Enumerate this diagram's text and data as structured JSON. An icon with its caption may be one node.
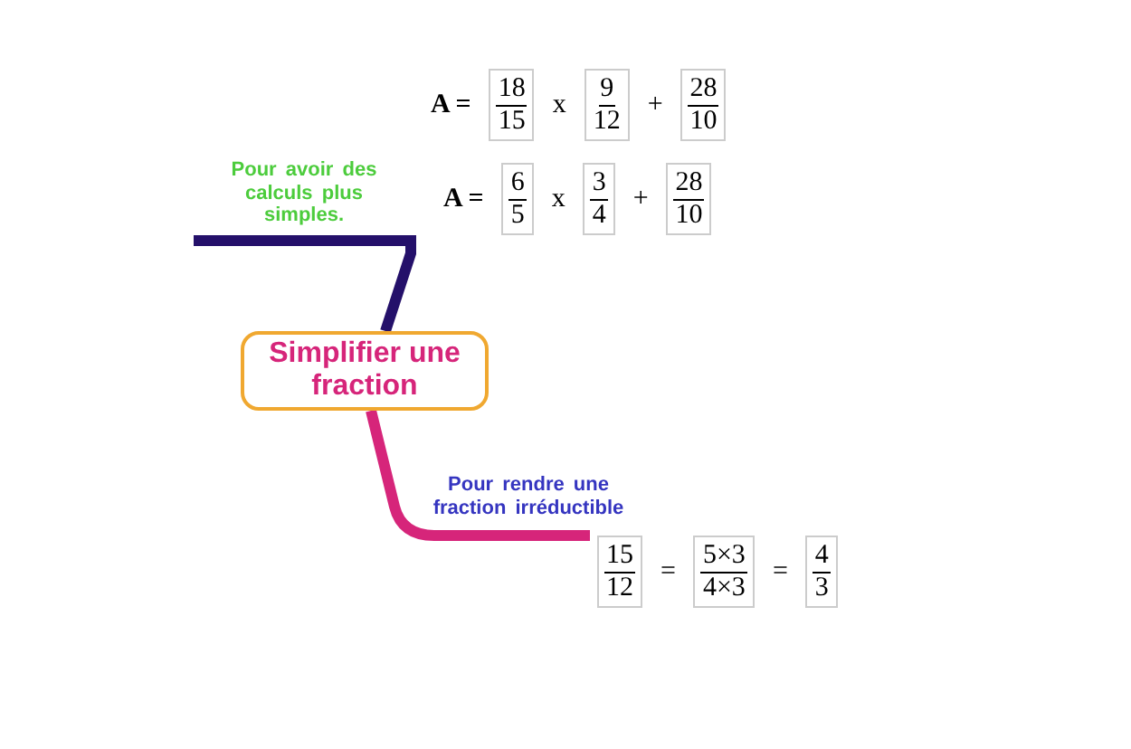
{
  "diagram": {
    "nodes": [
      {
        "text": [
          "Simplifier une fraction"
        ]
      },
      {
        "text": [
          "Pour avoir des calculs plus simples."
        ]
      },
      {
        "text": [
          "Pour rendre une fraction irréductible"
        ]
      }
    ],
    "edges": [
      {
        "from": 0,
        "to": 1,
        "arrow": "none",
        "color": "#24106a"
      },
      {
        "from": 0,
        "to": 2,
        "arrow": "none",
        "color": "#d6257a"
      }
    ],
    "labels": [
      "A =",
      "18",
      "15",
      "x",
      "9",
      "12",
      "+",
      "28",
      "10",
      "A =",
      "6",
      "5",
      "x",
      "3",
      "4",
      "+",
      "28",
      "10",
      "15",
      "12",
      "=",
      "5×3",
      "4×3",
      "=",
      "4",
      "3"
    ]
  }
}
